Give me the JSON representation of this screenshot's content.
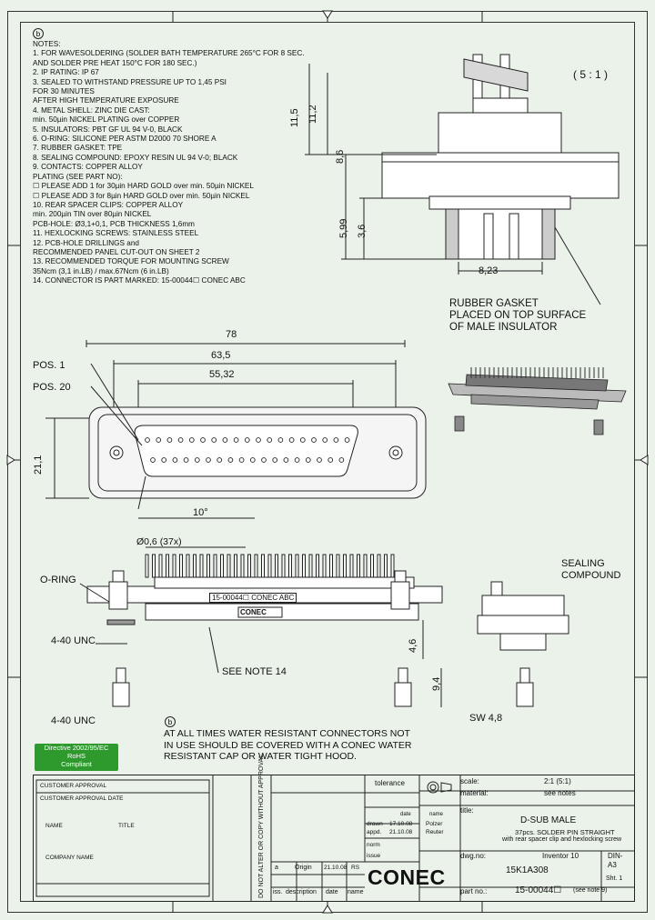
{
  "notes": {
    "header": "NOTES:",
    "marker": "b",
    "lines": [
      "1.  FOR WAVESOLDERING (SOLDER BATH TEMPERATURE 265°C FOR 8 SEC.",
      "     AND SOLDER PRE HEAT 150°C FOR 180 SEC.)",
      "2.  IP RATING: IP 67",
      "3.  SEALED TO WITHSTAND PRESSURE UP TO 1,45 PSI",
      "     FOR 30 MINUTES",
      "     AFTER HIGH TEMPERATURE EXPOSURE",
      "4.  METAL SHELL: ZINC DIE CAST:",
      "     min. 50µin NICKEL PLATING over COPPER",
      "5.  INSULATORS: PBT GF UL 94 V-0, BLACK",
      "6.  O-RING: SILICONE PER ASTM D2000 70 SHORE A",
      "7.  RUBBER GASKET: TPE",
      "8.  SEALING COMPOUND: EPOXY RESIN UL 94 V-0; BLACK",
      "9.  CONTACTS: COPPER ALLOY",
      "     PLATING (SEE PART NO):",
      "     ☐ PLEASE ADD 1 for 30µin HARD GOLD over min. 50µin NICKEL",
      "     ☐ PLEASE ADD 3 for 8µin HARD GOLD over min. 50µin NICKEL",
      "10. REAR SPACER CLIPS: COPPER ALLOY",
      "     min. 200µin TIN over 80µin NICKEL",
      "     PCB-HOLE: Ø3,1+0,1, PCB THICKNESS 1,6mm",
      "11. HEXLOCKING SCREWS: STAINLESS STEEL",
      "12. PCB-HOLE DRILLINGS and",
      "     RECOMMENDED PANEL CUT-OUT ON SHEET 2",
      "13. RECOMMENDED TORQUE FOR MOUNTING SCREW",
      "     35Ncm (3,1 in.LB) / max.67Ncm (6 in.LB)",
      "14. CONNECTOR IS PART MARKED: 15-00044☐ CONEC ABC"
    ]
  },
  "scale_label": "( 5 : 1 )",
  "labels": {
    "rubber_gasket": [
      "RUBBER GASKET",
      "PLACED ON TOP SURFACE",
      "OF MALE INSULATOR"
    ],
    "pos1": "POS. 1",
    "pos20": "POS. 20",
    "o_ring": "O-RING",
    "unc1": "4-40 UNC",
    "unc2": "4-40 UNC",
    "see_note": "SEE NOTE 14",
    "sealing": [
      "SEALING",
      "COMPOUND"
    ],
    "sw": "SW 4,8",
    "warning": [
      "AT ALL TIMES WATER RESISTANT CONNECTORS NOT",
      "IN USE SHOULD BE COVERED WITH A CONEC WATER",
      "RESISTANT CAP OR WATER TIGHT HOOD."
    ],
    "marking": "15-00044☐ CONEC ABC",
    "brand_small": "CONEC"
  },
  "dims": {
    "d115": "11,5",
    "d112": "11,2",
    "d86": "8,6",
    "d599": "5,99",
    "d36": "3,6",
    "d823": "8,23",
    "d78": "78",
    "d635": "63,5",
    "d5532": "55,32",
    "d211": "21,1",
    "d10": "10°",
    "d06": "Ø0,6",
    "d37": "(37x)",
    "d46": "4,6",
    "d94": "9,4"
  },
  "rohs": [
    "Directive 2002/95/EC",
    "RoHS",
    "Compliant"
  ],
  "title_block": {
    "tolerance": "tolerance",
    "scale_key": "scale:",
    "scale_val": "2:1 (5:1)",
    "material_key": "material:",
    "material_val": "see notes",
    "title_key": "title:",
    "title1": "D-SUB MALE",
    "title2": "37pcs. SOLDER PIN STRAIGHT",
    "title3": "with rear spacer clip and hexlocking screw",
    "dwg_key": "dwg.no:",
    "dwg_val": "15K1A308",
    "inventor": "Inventor 10",
    "din": "DIN-A3",
    "part_key": "part no.:",
    "part_val": "15-00044☐",
    "part_note": "(see note 9)",
    "sht": "Sht. 1",
    "date_head": "date",
    "name_head": "name",
    "drawn": "drawn",
    "drawn_date": "17.10.08",
    "drawn_name": "Polzer",
    "checked": "appd.",
    "checked_date": "21.10.08",
    "checked_name": "Reuter",
    "norm": "norm",
    "issue": "issue",
    "rev_a": "a",
    "rev_desc": "Origin",
    "rev_date": "21.10.08",
    "rev_name": "RS",
    "col_iss": "iss.",
    "col_desc": "description",
    "col_date": "date",
    "col_name": "name",
    "approval_title": "CUSTOMER APPROVAL",
    "approval_rows": [
      "CUSTOMER APPROVAL DATE",
      "NAME",
      "TITLE",
      "COMPANY NAME"
    ],
    "vertical_text": "DO NOT ALTER OR COPY WITHOUT APPROVAL",
    "brand": "CONEC"
  },
  "colors": {
    "background": "#eaf2ea",
    "rohs_green": "#2e9a2e",
    "line": "#222222"
  }
}
